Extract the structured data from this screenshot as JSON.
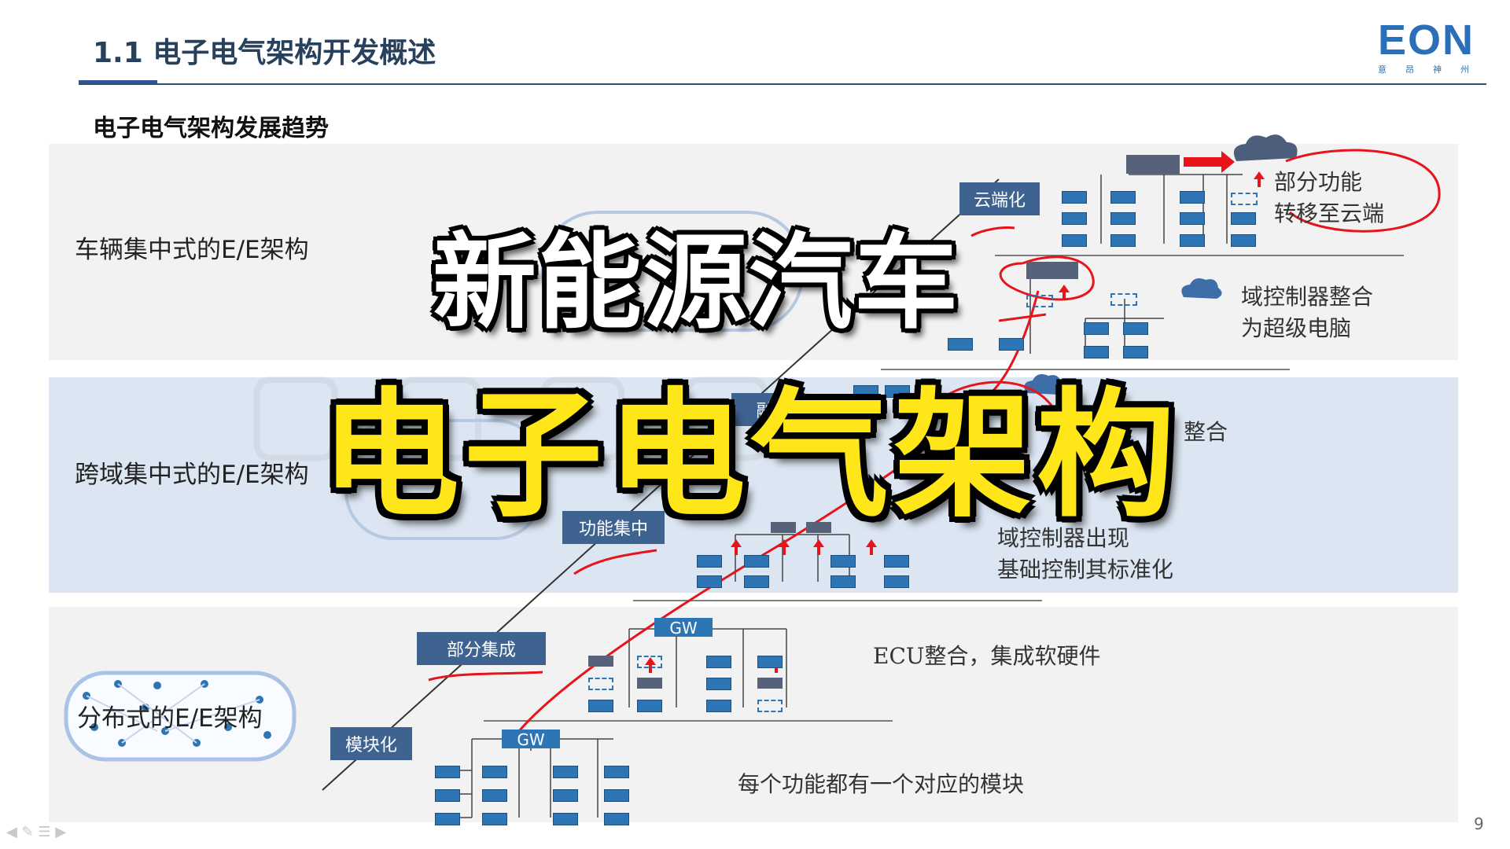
{
  "header": {
    "title": "1.1 电子电气架构开发概述",
    "accent_color": "#2f5597"
  },
  "logo": {
    "text": "EON",
    "subtitle": "意昂神州"
  },
  "subtitle": "电子电气架构发展趋势",
  "levels": {
    "top": "车辆集中式的E/E架构",
    "mid": "跨域集中式的E/E架构",
    "bot": "分布式的E/E架构"
  },
  "stages": {
    "cloud": "云端化",
    "fusion": "融",
    "function_central": "功能集中",
    "partial_integration": "部分集成",
    "modular": "模块化"
  },
  "gw_label": "GW",
  "notes": {
    "cloud_line1": "部分功能",
    "cloud_line2": "转移至云端",
    "supercomputer_line1": "域控制器整合",
    "supercomputer_line2": "为超级电脑",
    "domain_fusion_fragment": "整合",
    "domain_line1": "域控制器出现",
    "domain_line2": "基础控制其标准化",
    "ecu": "ECU整合，集成软硬件",
    "per_module": "每个功能都有一个对应的模块"
  },
  "overlay": {
    "line1": "新能源汽车",
    "line2": "电子电气架构"
  },
  "page_number": "9",
  "colors": {
    "band_light": "#f2f2f2",
    "band_blue": "#dce6f2",
    "stage_box": "#3f6390",
    "module": "#2e75b6",
    "overlay_yellow": "#ffe619",
    "annotation_red": "#e8141b"
  }
}
